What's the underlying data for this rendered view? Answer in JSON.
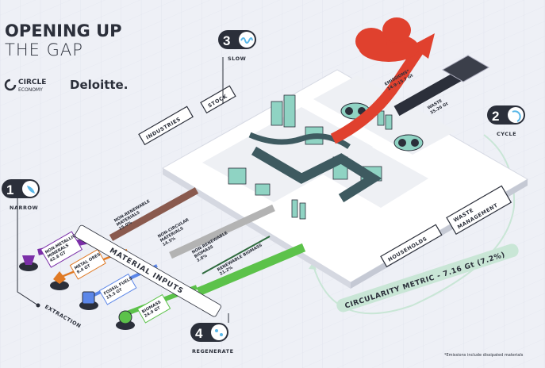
{
  "title": {
    "line1": "OPENING UP",
    "line2": "THE GAP"
  },
  "logos": {
    "circle_economy": [
      "CIRCLE",
      "ECONOMY"
    ],
    "deloitte": "Deloitte."
  },
  "strategies": [
    {
      "number": "1",
      "label": "NARROW",
      "icon": "water-drop-icon"
    },
    {
      "number": "2",
      "label": "CYCLE",
      "icon": "cycle-arrow-icon"
    },
    {
      "number": "3",
      "label": "SLOW",
      "icon": "wave-icon"
    },
    {
      "number": "4",
      "label": "REGENERATE",
      "icon": "leaf-drops-icon"
    }
  ],
  "sectors": {
    "industries": "INDUSTRIES",
    "stock": "STOCK",
    "households": "HOUSEHOLDS",
    "waste_management": [
      "WASTE",
      "MANAGEMENT"
    ]
  },
  "extraction": {
    "label": "EXTRACTION",
    "items": [
      {
        "name": [
          "NON-METALLIC",
          "MINERALS"
        ],
        "value": "42.8 GT",
        "color": "#7b2fa8"
      },
      {
        "name": [
          "METAL ORES"
        ],
        "value": "9.4 GT",
        "color": "#e07a25"
      },
      {
        "name": [
          "FOSSIL FUELS"
        ],
        "value": "15.5 GT",
        "color": "#5b86e8"
      },
      {
        "name": [
          "BIOMASS"
        ],
        "value": "24.9 GT",
        "color": "#5cc24a"
      }
    ]
  },
  "material_inputs": {
    "label": "MATERIAL INPUTS",
    "flows": [
      {
        "name": [
          "NON-RENEWABLE",
          "MATERIALS"
        ],
        "value": "15.0%",
        "color": "#8a5a4e"
      },
      {
        "name": [
          "NON-CIRCULAR",
          "MATERIALS"
        ],
        "value": "14.5%",
        "color": "#b3b3b3"
      },
      {
        "name": [
          "NON-RENEWABLE",
          "BIOMASS"
        ],
        "value": "3.8%",
        "color": "#2f6b3e"
      },
      {
        "name": [
          "RENEWABLE BIOMASS"
        ],
        "value": "21.2%",
        "color": "#5cc24a"
      }
    ]
  },
  "outputs": {
    "emissions": {
      "name": "EMISSIONS*",
      "value": "14.9-15.7 Gt",
      "color": "#e0412e"
    },
    "waste": {
      "name": "WASTE",
      "value": "35.26 Gt",
      "color": "#2b2f3a"
    }
  },
  "circularity_metric": "CIRCULARITY METRIC - 7.16 Gt (7.2%)",
  "footnote": "*Emissions include dissipated materials",
  "colors": {
    "dark": "#2b2f3a",
    "teal": "#8fd3c3",
    "metric": "#c9e6d6"
  }
}
